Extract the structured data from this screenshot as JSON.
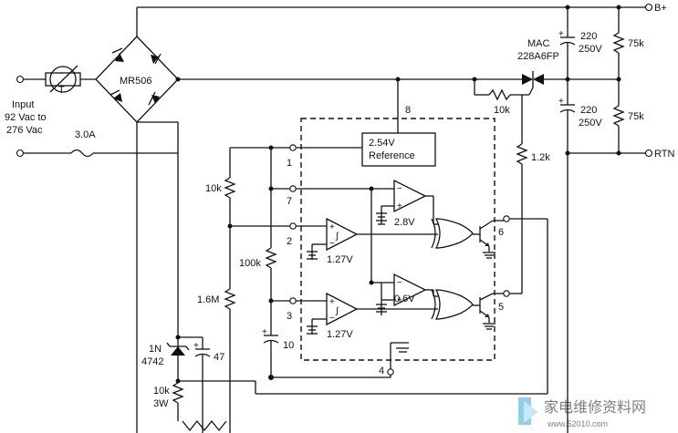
{
  "rails": {
    "b_plus": "B+",
    "rtn": "RTN"
  },
  "input": {
    "label_lines": [
      "Input",
      "92 Vac to",
      "276 Vac"
    ],
    "fuse_rating": "3.0A"
  },
  "bridge": {
    "part": "MR506"
  },
  "thermistor": {
    "symbol": "T"
  },
  "triac": {
    "part_lines": [
      "MAC",
      "228A6FP"
    ]
  },
  "capacitors": {
    "bulk_top": [
      "220",
      "250V"
    ],
    "bulk_bottom": [
      "220",
      "250V"
    ],
    "timing": "10",
    "supply": "47"
  },
  "resistors": {
    "bleeder_top": "75k",
    "bleeder_bottom": "75k",
    "gate": "10k",
    "sense": "1.2k",
    "div_top": "10k",
    "div_mid": "100k",
    "div_bottom": "1.6M",
    "dropper": [
      "10k",
      "3W"
    ]
  },
  "zener": {
    "part": [
      "1N",
      "4742"
    ]
  },
  "ic": {
    "reference_lines": [
      "2.54V",
      "Reference"
    ],
    "pins": {
      "p1": "1",
      "p2": "2",
      "p3": "3",
      "p4": "4",
      "p5": "5",
      "p6": "6",
      "p7": "7",
      "p8": "8"
    },
    "comparator_refs": {
      "upper_a": "2.8V",
      "upper_b": "1.27V",
      "lower_a": "0.6V",
      "lower_b": "1.27V"
    }
  },
  "watermark": {
    "chinese": "家电维修资料网",
    "url": "www.52010.com"
  }
}
